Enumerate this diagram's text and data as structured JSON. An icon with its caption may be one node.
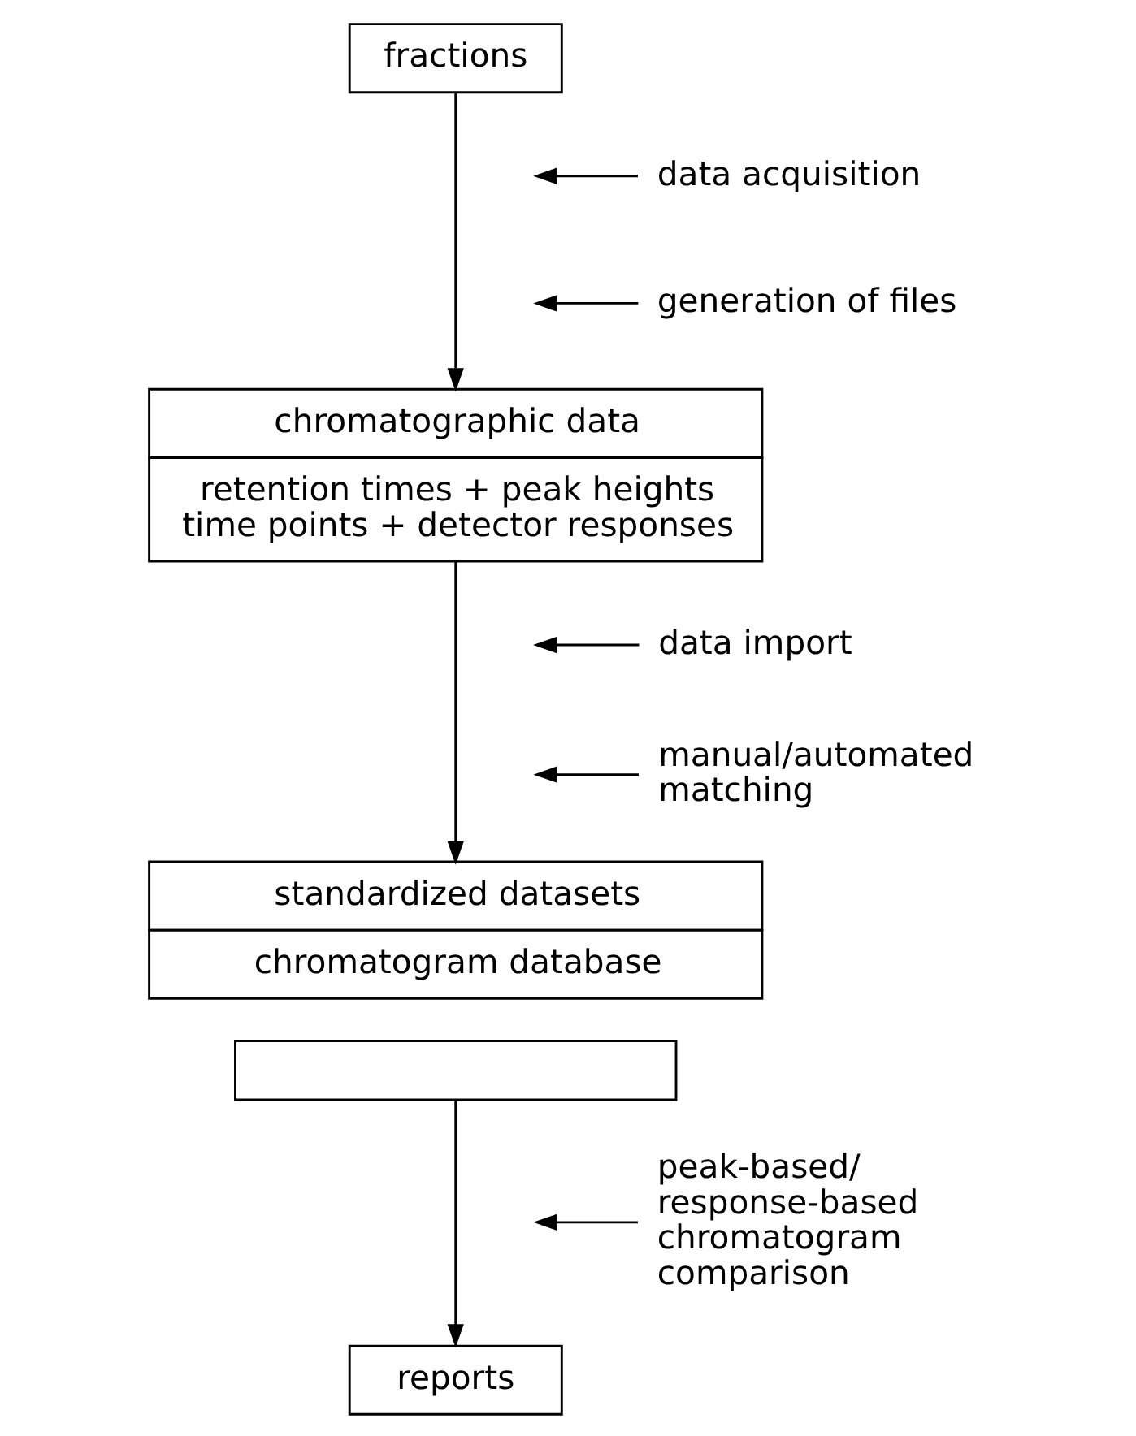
{
  "diagram": {
    "nodes": [
      {
        "text": [
          "fractions"
        ]
      },
      {
        "text": [
          "chromatographic data",
          "retention times + peak heights time points + detector responses"
        ]
      },
      {
        "text": [
          "standardized datasets",
          "chromatogram database"
        ]
      },
      {
        "text": [],
        "shape": "box"
      },
      {
        "text": [
          "reports"
        ]
      },
      {
        "text": [
          "data acquisition"
        ]
      },
      {
        "text": [
          "generation of files"
        ]
      },
      {
        "text": [
          "data import"
        ]
      },
      {
        "text": [
          "manual/automated matching"
        ]
      },
      {
        "text": [
          "peak-based/ response-based chromatogram comparison"
        ]
      }
    ],
    "edges": [
      {
        "from": 0,
        "to": 1,
        "arrow": "to"
      },
      {
        "from": 1,
        "to": 2,
        "arrow": "to"
      },
      {
        "from": 3,
        "to": 4,
        "arrow": "to"
      },
      {
        "from": 5,
        "to": null,
        "arrow": "to"
      },
      {
        "from": 6,
        "to": null,
        "arrow": "to"
      },
      {
        "from": 7,
        "to": null,
        "arrow": "to"
      },
      {
        "from": 8,
        "to": null,
        "arrow": "to"
      },
      {
        "from": 9,
        "to": null,
        "arrow": "to"
      }
    ]
  }
}
